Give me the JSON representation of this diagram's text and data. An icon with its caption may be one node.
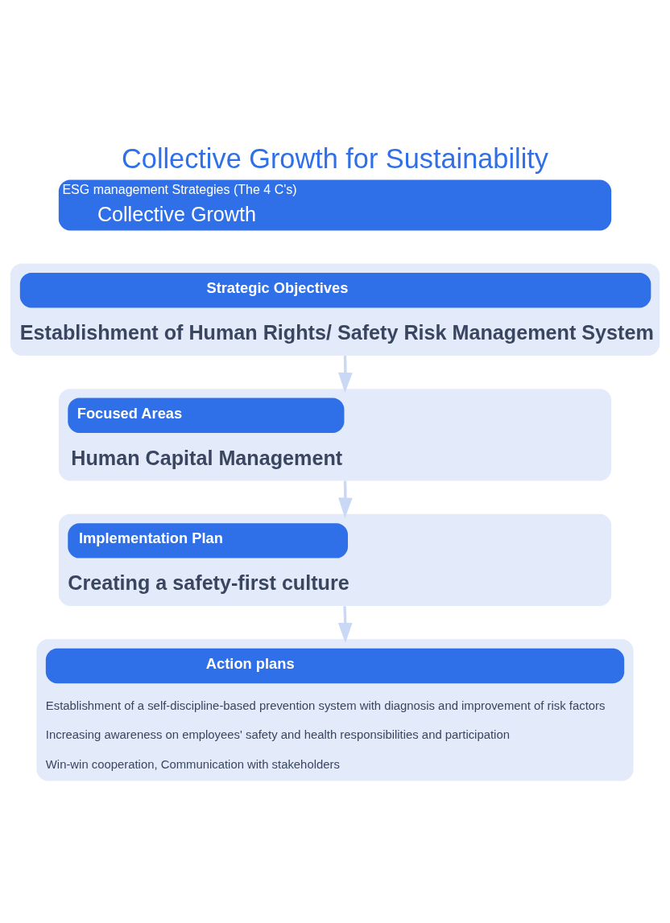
{
  "diagram": {
    "title": "Collective Growth for Sustainability",
    "nodes": [
      {
        "text": [
          "ESG management Strategies (The 4 C's)",
          "Collective Growth"
        ]
      },
      {
        "text": [
          "Strategic Objectives",
          "Establishment of Human Rights/ Safety Risk Management System"
        ]
      },
      {
        "text": [
          "Focused Areas",
          "Human Capital Management"
        ]
      },
      {
        "text": [
          "Implementation Plan",
          "Creating a safety-first culture"
        ]
      },
      {
        "text": [
          "Action plans",
          "Establishment of a self-discipline-based prevention system with diagnosis and improvement of risk factors",
          "Increasing awareness on employees' safety and health responsibilities and participation",
          "Win-win cooperation, Communication with stakeholders"
        ]
      }
    ],
    "edges": [
      {
        "from": 1,
        "to": 2,
        "arrow": "to"
      },
      {
        "from": 2,
        "to": 3,
        "arrow": "to"
      },
      {
        "from": 3,
        "to": 4,
        "arrow": "to"
      }
    ]
  }
}
